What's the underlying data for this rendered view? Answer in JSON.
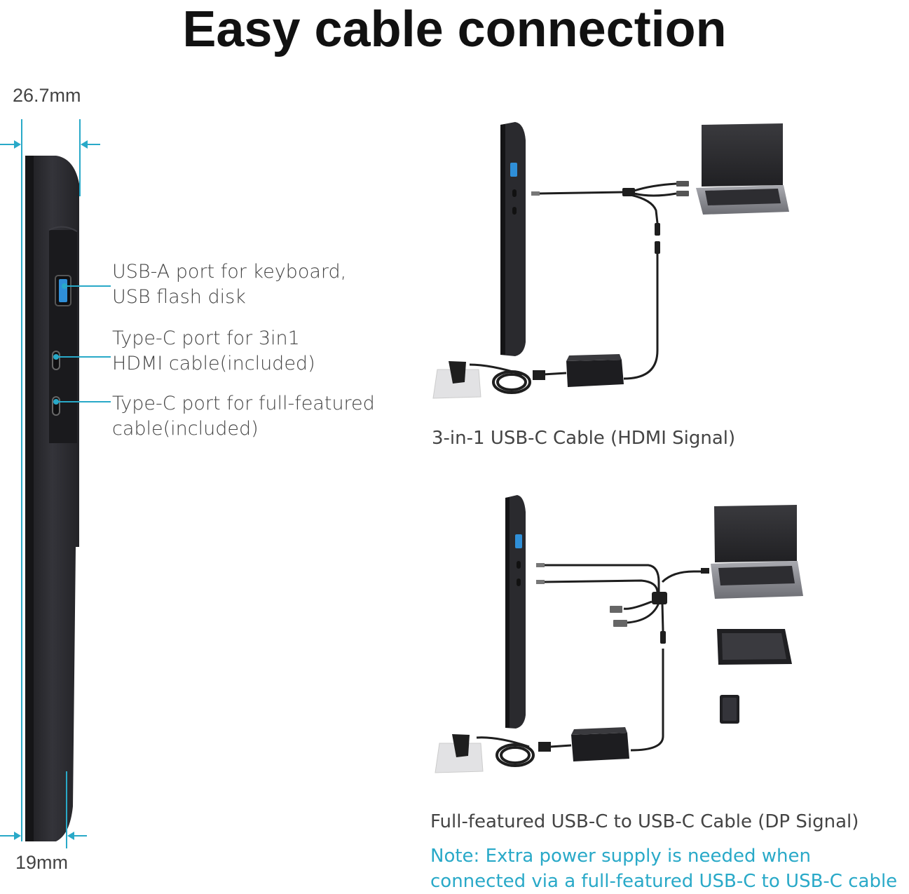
{
  "title": "Easy cable connection",
  "dimensions": {
    "top_thickness": "26.7mm",
    "bottom_thickness": "19mm"
  },
  "ports": [
    {
      "line1": "USB-A port for keyboard,",
      "line2": "USB flash disk"
    },
    {
      "line1": "Type-C port for 3in1",
      "line2": "HDMI cable(included)"
    },
    {
      "line1": "Type-C port for full-featured",
      "line2": "cable(included)"
    }
  ],
  "diagrams": {
    "hdmi_caption": "3-in-1 USB-C Cable (HDMI Signal)",
    "dp_caption": "Full-featured USB-C to USB-C Cable (DP Signal)",
    "note_line1": "Note: Extra power supply is needed when",
    "note_line2": "connected via a full-featured USB-C to USB-C cable"
  },
  "colors": {
    "accent": "#29a9c8",
    "monitor": "#2b2b2e",
    "cable": "#1e1e1e"
  }
}
